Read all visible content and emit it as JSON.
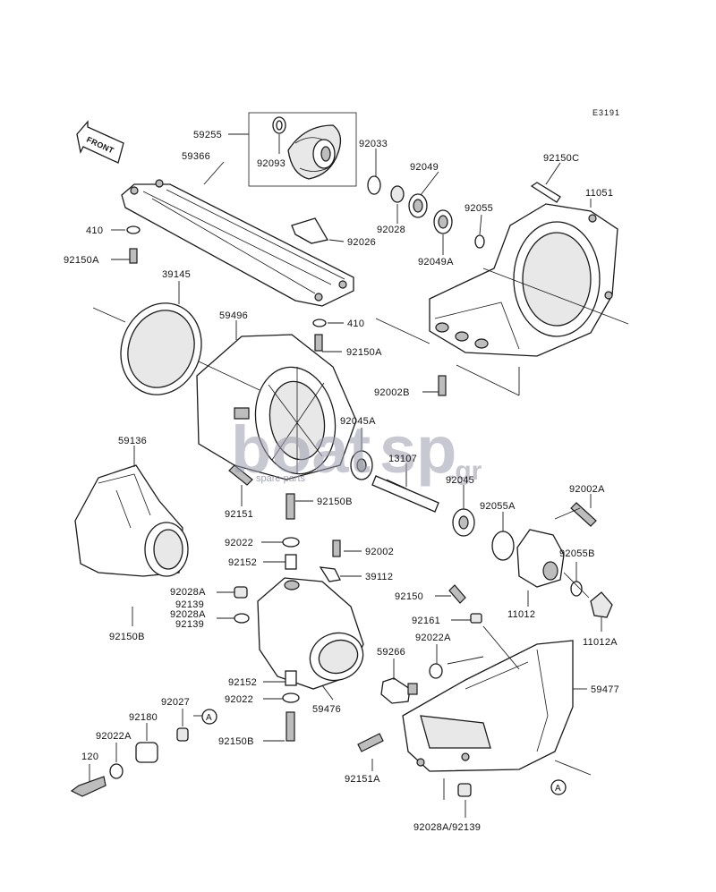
{
  "diagram_code": "E3191",
  "front_label": "FRONT",
  "callout_a": "A",
  "watermark": {
    "brand_left": "boat",
    "brand_right": "sp",
    "tagline": "spare parts",
    "tld": ".gr"
  },
  "parts": [
    {
      "id": "p59255",
      "text": "59255"
    },
    {
      "id": "p59366",
      "text": "59366"
    },
    {
      "id": "p92093",
      "text": "92093"
    },
    {
      "id": "p92033",
      "text": "92033"
    },
    {
      "id": "p92049",
      "text": "92049"
    },
    {
      "id": "p92150C",
      "text": "92150C"
    },
    {
      "id": "p11051",
      "text": "11051"
    },
    {
      "id": "p410a",
      "text": "410"
    },
    {
      "id": "p92150Aa",
      "text": "92150A"
    },
    {
      "id": "p92028",
      "text": "92028"
    },
    {
      "id": "p92055",
      "text": "92055"
    },
    {
      "id": "p92026",
      "text": "92026"
    },
    {
      "id": "p92049A",
      "text": "92049A"
    },
    {
      "id": "p39145",
      "text": "39145"
    },
    {
      "id": "p59496",
      "text": "59496"
    },
    {
      "id": "p410b",
      "text": "410"
    },
    {
      "id": "p92150Ab",
      "text": "92150A"
    },
    {
      "id": "p92002B",
      "text": "92002B"
    },
    {
      "id": "p92045A",
      "text": "92045A"
    },
    {
      "id": "p59136",
      "text": "59136"
    },
    {
      "id": "p13107",
      "text": "13107"
    },
    {
      "id": "p92045",
      "text": "92045"
    },
    {
      "id": "p92002A",
      "text": "92002A"
    },
    {
      "id": "p92151",
      "text": "92151"
    },
    {
      "id": "p92150Ba",
      "text": "92150B"
    },
    {
      "id": "p92055A",
      "text": "92055A"
    },
    {
      "id": "p92022a",
      "text": "92022"
    },
    {
      "id": "p92002",
      "text": "92002"
    },
    {
      "id": "p92152a",
      "text": "92152"
    },
    {
      "id": "p39112",
      "text": "39112"
    },
    {
      "id": "p92055B",
      "text": "92055B"
    },
    {
      "id": "p92028Aa",
      "text": "92028A"
    },
    {
      "id": "p92139a",
      "text": "92139"
    },
    {
      "id": "p92028Ab",
      "text": "92028A"
    },
    {
      "id": "p92139b",
      "text": "92139"
    },
    {
      "id": "p92150",
      "text": "92150"
    },
    {
      "id": "p11012",
      "text": "11012"
    },
    {
      "id": "p92150Bb",
      "text": "92150B"
    },
    {
      "id": "p92161",
      "text": "92161"
    },
    {
      "id": "p11012A",
      "text": "11012A"
    },
    {
      "id": "p92022A",
      "text": "92022A"
    },
    {
      "id": "p59266",
      "text": "59266"
    },
    {
      "id": "p92152b",
      "text": "92152"
    },
    {
      "id": "p59477",
      "text": "59477"
    },
    {
      "id": "p92022b",
      "text": "92022"
    },
    {
      "id": "p59476",
      "text": "59476"
    },
    {
      "id": "p92027",
      "text": "92027"
    },
    {
      "id": "p92180",
      "text": "92180"
    },
    {
      "id": "p92150Bc",
      "text": "92150B"
    },
    {
      "id": "p92022Ab",
      "text": "92022A"
    },
    {
      "id": "p120",
      "text": "120"
    },
    {
      "id": "p92151A",
      "text": "92151A"
    },
    {
      "id": "p92028A92139",
      "text": "92028A/92139"
    }
  ]
}
